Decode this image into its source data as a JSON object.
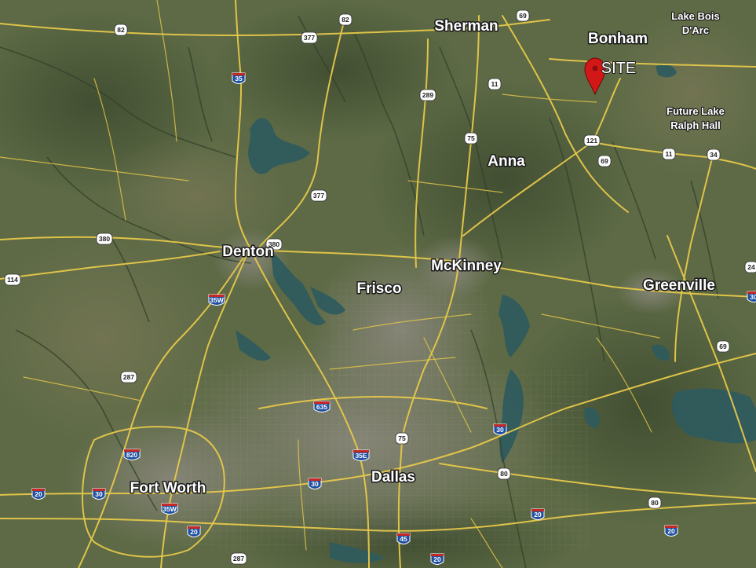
{
  "map": {
    "colors": {
      "land_base": "#5d6a45",
      "land_dark": "#3e4a30",
      "land_light": "#7a7f58",
      "urban": "#8c8a80",
      "water": "#2f5a5e",
      "highway": "#e6c84a",
      "interstate_shield": "#1f4fa0",
      "marker": "#d31717"
    },
    "cities": [
      {
        "name": "Sherman"
      },
      {
        "name": "Bonham"
      },
      {
        "name": "Anna"
      },
      {
        "name": "Denton"
      },
      {
        "name": "McKinney"
      },
      {
        "name": "Frisco"
      },
      {
        "name": "Greenville"
      },
      {
        "name": "Dallas"
      },
      {
        "name": "Fort Worth"
      }
    ],
    "lakes": [
      {
        "line1": "Lake Bois",
        "line2": "D'Arc"
      },
      {
        "line1": "Future Lake",
        "line2": "Ralph Hall"
      }
    ],
    "site": {
      "label": "SITE",
      "icon": "map-pin-icon"
    },
    "interstate_shields": [
      "35",
      "35W",
      "635",
      "35E",
      "30",
      "820",
      "20",
      "30",
      "35W",
      "20",
      "30",
      "20",
      "20",
      "45",
      "20",
      "30"
    ],
    "us_shields": [
      "82",
      "377",
      "82",
      "69",
      "289",
      "11",
      "75",
      "121",
      "69",
      "11",
      "34",
      "377",
      "380",
      "114",
      "380",
      "287",
      "75",
      "80",
      "80",
      "69",
      "287",
      "24"
    ]
  }
}
